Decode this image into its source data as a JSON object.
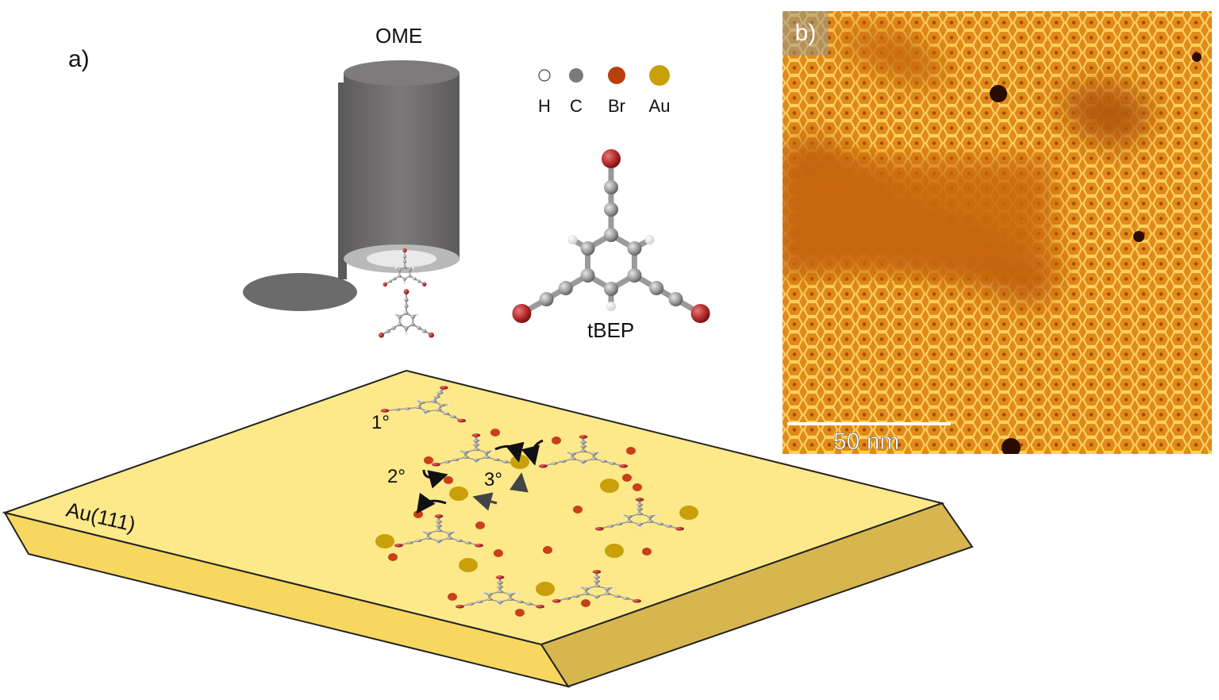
{
  "panel_a": {
    "label": "a)",
    "ome_label": "OME",
    "substrate_label": "Au(111)",
    "molecule_label": "tBEP",
    "steps": [
      "1°",
      "2°",
      "3°"
    ],
    "legend": [
      {
        "symbol": "H",
        "color": "#ffffff"
      },
      {
        "symbol": "C",
        "color": "#7a7a7a"
      },
      {
        "symbol": "Br",
        "color": "#b8400e"
      },
      {
        "symbol": "Au",
        "color": "#c9a00a"
      }
    ]
  },
  "panel_b": {
    "label": "b)",
    "scale_bar": "50 nm"
  },
  "colors": {
    "substrate_top": "#fde98a",
    "substrate_side_front": "#f5d35a",
    "substrate_side_right": "#d9b64e",
    "ome_body": "#6f6d6d",
    "stm_dark": "#b04a00",
    "stm_light": "#ffd060"
  }
}
